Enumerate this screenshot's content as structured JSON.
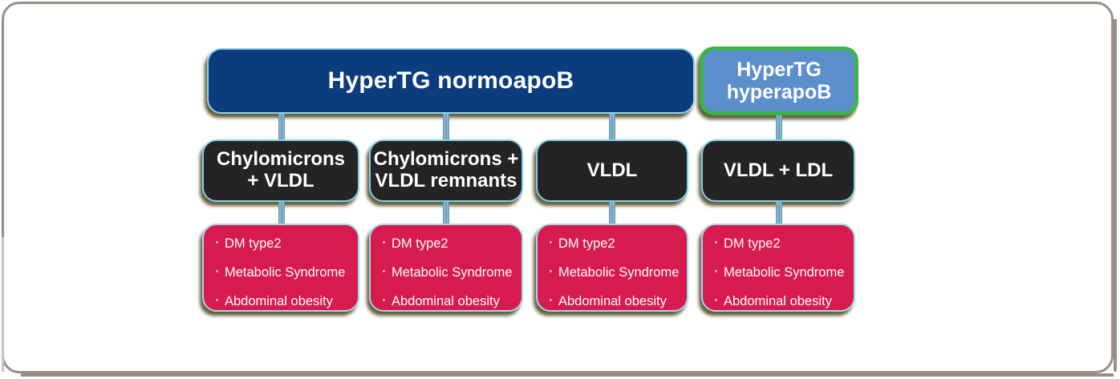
{
  "figure": {
    "type": "flowchart",
    "orientation": "top-down",
    "tiers": 3,
    "columns": 4
  },
  "colors": {
    "header_primary_fill": "#0b3c7d",
    "header_primary_border": "#8fd4ef",
    "header_secondary_fill": "#5b8fcb",
    "header_secondary_border": "#3bb54a",
    "lipoprotein_fill": "#262324",
    "lipoprotein_border": "#7fd0ee",
    "condition_fill": "#d81b4e",
    "condition_border": "#9fd8ef",
    "connector": "#7fb9d8",
    "frame_border": "#9a8d88",
    "text": "#ffffff"
  },
  "headers": [
    {
      "id": "hypertg-normoapob",
      "label": "HyperTG normoapoB",
      "spans_columns": 3
    },
    {
      "id": "hypertg-hyperapob",
      "label": "HyperTG hyperapoB",
      "spans_columns": 1,
      "line1": "HyperTG",
      "line2": "hyperapoB"
    }
  ],
  "lipoproteins": [
    {
      "id": "chylomicrons-vldl",
      "label": "Chylomicrons + VLDL",
      "line1": "Chylomicrons",
      "line2": "+ VLDL"
    },
    {
      "id": "chylomicrons-vldl-remnants",
      "label": "Chylomicrons + VLDL remnants",
      "line1": "Chylomicrons +",
      "line2": "VLDL remnants"
    },
    {
      "id": "vldl",
      "label": "VLDL",
      "line1": "VLDL",
      "line2": ""
    },
    {
      "id": "vldl-ldl",
      "label": "VLDL + LDL",
      "line1": "VLDL + LDL",
      "line2": ""
    }
  ],
  "conditions": {
    "bullet": "·",
    "items": [
      "DM type2",
      "Metabolic Syndrome",
      "Abdominal obesity"
    ]
  },
  "condition_columns": [
    {
      "id": "conditions-col-1",
      "items": [
        "DM type2",
        "Metabolic Syndrome",
        "Abdominal obesity"
      ]
    },
    {
      "id": "conditions-col-2",
      "items": [
        "DM type2",
        "Metabolic Syndrome",
        "Abdominal obesity"
      ]
    },
    {
      "id": "conditions-col-3",
      "items": [
        "DM type2",
        "Metabolic Syndrome",
        "Abdominal obesity"
      ]
    },
    {
      "id": "conditions-col-4",
      "items": [
        "DM type2",
        "Metabolic Syndrome",
        "Abdominal obesity"
      ]
    }
  ]
}
